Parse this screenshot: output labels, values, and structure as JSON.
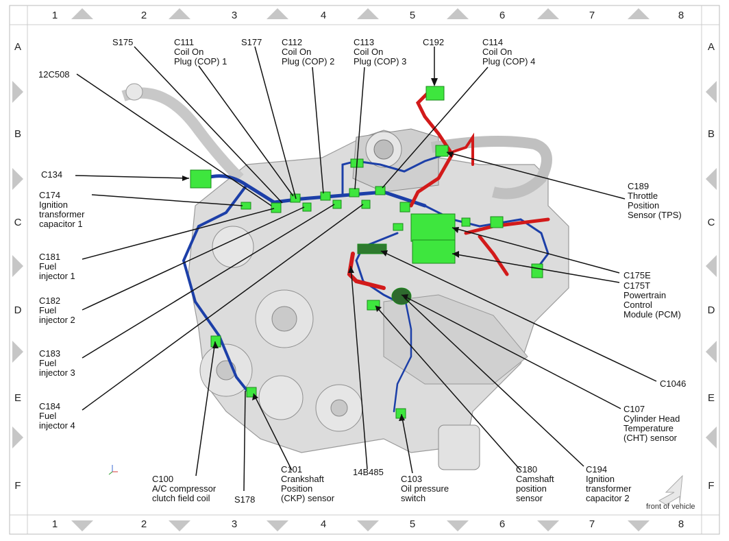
{
  "grid": {
    "columns": [
      "1",
      "2",
      "3",
      "4",
      "5",
      "6",
      "7",
      "8"
    ],
    "rows": [
      "A",
      "B",
      "C",
      "D",
      "E",
      "F"
    ]
  },
  "labels": {
    "s175": [
      "S175"
    ],
    "c111": [
      "C111",
      "Coil On",
      "Plug (COP) 1"
    ],
    "s177": [
      "S177"
    ],
    "c112": [
      "C112",
      "Coil On",
      "Plug (COP) 2"
    ],
    "c113": [
      "C113",
      "Coil On",
      "Plug (COP) 3"
    ],
    "c192": [
      "C192"
    ],
    "c114": [
      "C114",
      "Coil On",
      "Plug (COP) 4"
    ],
    "c12c508": [
      "12C508"
    ],
    "c134": [
      "C134"
    ],
    "c174": [
      "C174",
      "Ignition",
      "transformer",
      "capacitor 1"
    ],
    "c181": [
      "C181",
      "Fuel",
      "injector 1"
    ],
    "c182": [
      "C182",
      "Fuel",
      "injector 2"
    ],
    "c183": [
      "C183",
      "Fuel",
      "injector 3"
    ],
    "c184": [
      "C184",
      "Fuel",
      "injector 4"
    ],
    "c189": [
      "C189",
      "Throttle",
      "Position",
      "Sensor (TPS)"
    ],
    "c175e": [
      "C175E"
    ],
    "c175t": [
      "C175T",
      "Powertrain",
      "Control",
      "Module (PCM)"
    ],
    "c1046": [
      "C1046"
    ],
    "c107": [
      "C107",
      "Cylinder Head",
      "Temperature",
      "(CHT) sensor"
    ],
    "c100": [
      "C100",
      "A/C compressor",
      "clutch field coil"
    ],
    "s178": [
      "S178"
    ],
    "c101": [
      "C101",
      "Crankshaft",
      "Position",
      "(CKP) sensor"
    ],
    "c14b485": [
      "14B485"
    ],
    "c103": [
      "C103",
      "Oil pressure",
      "switch"
    ],
    "c180": [
      "C180",
      "Camshaft",
      "position",
      "sensor"
    ],
    "c194": [
      "C194",
      "Ignition",
      "transformer",
      "capacitor 2"
    ]
  },
  "footer": {
    "front_label": "front of vehicle"
  },
  "colors": {
    "connector": "#3ee63e",
    "harness_blue": "#1c3fa8",
    "harness_red": "#d21a1a",
    "engine": "#d4d4d4",
    "frame": "#c8c8c8"
  }
}
